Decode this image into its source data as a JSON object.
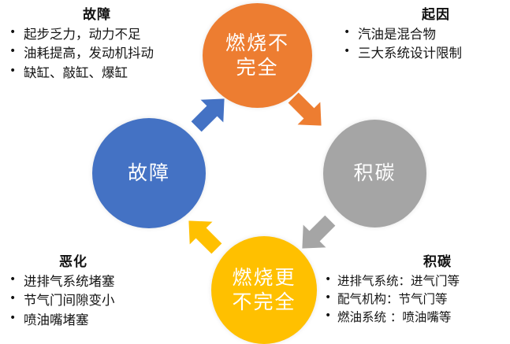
{
  "diagram": {
    "title_hidden": "",
    "nodes": [
      {
        "id": "orange",
        "label_line1": "燃烧不",
        "label_line2": "完全",
        "color": "#ED7D31"
      },
      {
        "id": "gray",
        "label_line1": "积碳",
        "label_line2": "",
        "color": "#A5A5A5"
      },
      {
        "id": "yellow",
        "label_line1": "燃烧更",
        "label_line2": "不完全",
        "color": "#FFC000"
      },
      {
        "id": "blue",
        "label_line1": "故障",
        "label_line2": "",
        "color": "#4472C4"
      }
    ],
    "arrows": [
      {
        "id": "blue-to-orange",
        "from": "blue",
        "to": "orange",
        "color": "#4472C4",
        "direction": "up-right"
      },
      {
        "id": "orange-to-gray",
        "from": "orange",
        "to": "gray",
        "color": "#ED7D31",
        "direction": "down-right"
      },
      {
        "id": "gray-to-yellow",
        "from": "gray",
        "to": "yellow",
        "color": "#A5A5A5",
        "direction": "down-left"
      },
      {
        "id": "yellow-to-blue",
        "from": "yellow",
        "to": "blue",
        "color": "#FFC000",
        "direction": "up-left"
      }
    ]
  },
  "panels": {
    "top_left": {
      "title": "故障",
      "items": [
        "起步乏力，动力不足",
        "油耗提高，发动机抖动",
        "缺缸、敲缸、爆缸"
      ]
    },
    "top_right": {
      "title": "起因",
      "items": [
        "汽油是混合物",
        "三大系统设计限制"
      ]
    },
    "bottom_left": {
      "title": "恶化",
      "items": [
        "进排气系统堵塞",
        "节气门间隙变小",
        "喷油嘴堵塞"
      ]
    },
    "bottom_right": {
      "title": "积碳",
      "items": [
        "进排气系统：进气门等",
        "配气机构：节气门等",
        "燃油系统 ：喷油嘴等"
      ]
    }
  }
}
